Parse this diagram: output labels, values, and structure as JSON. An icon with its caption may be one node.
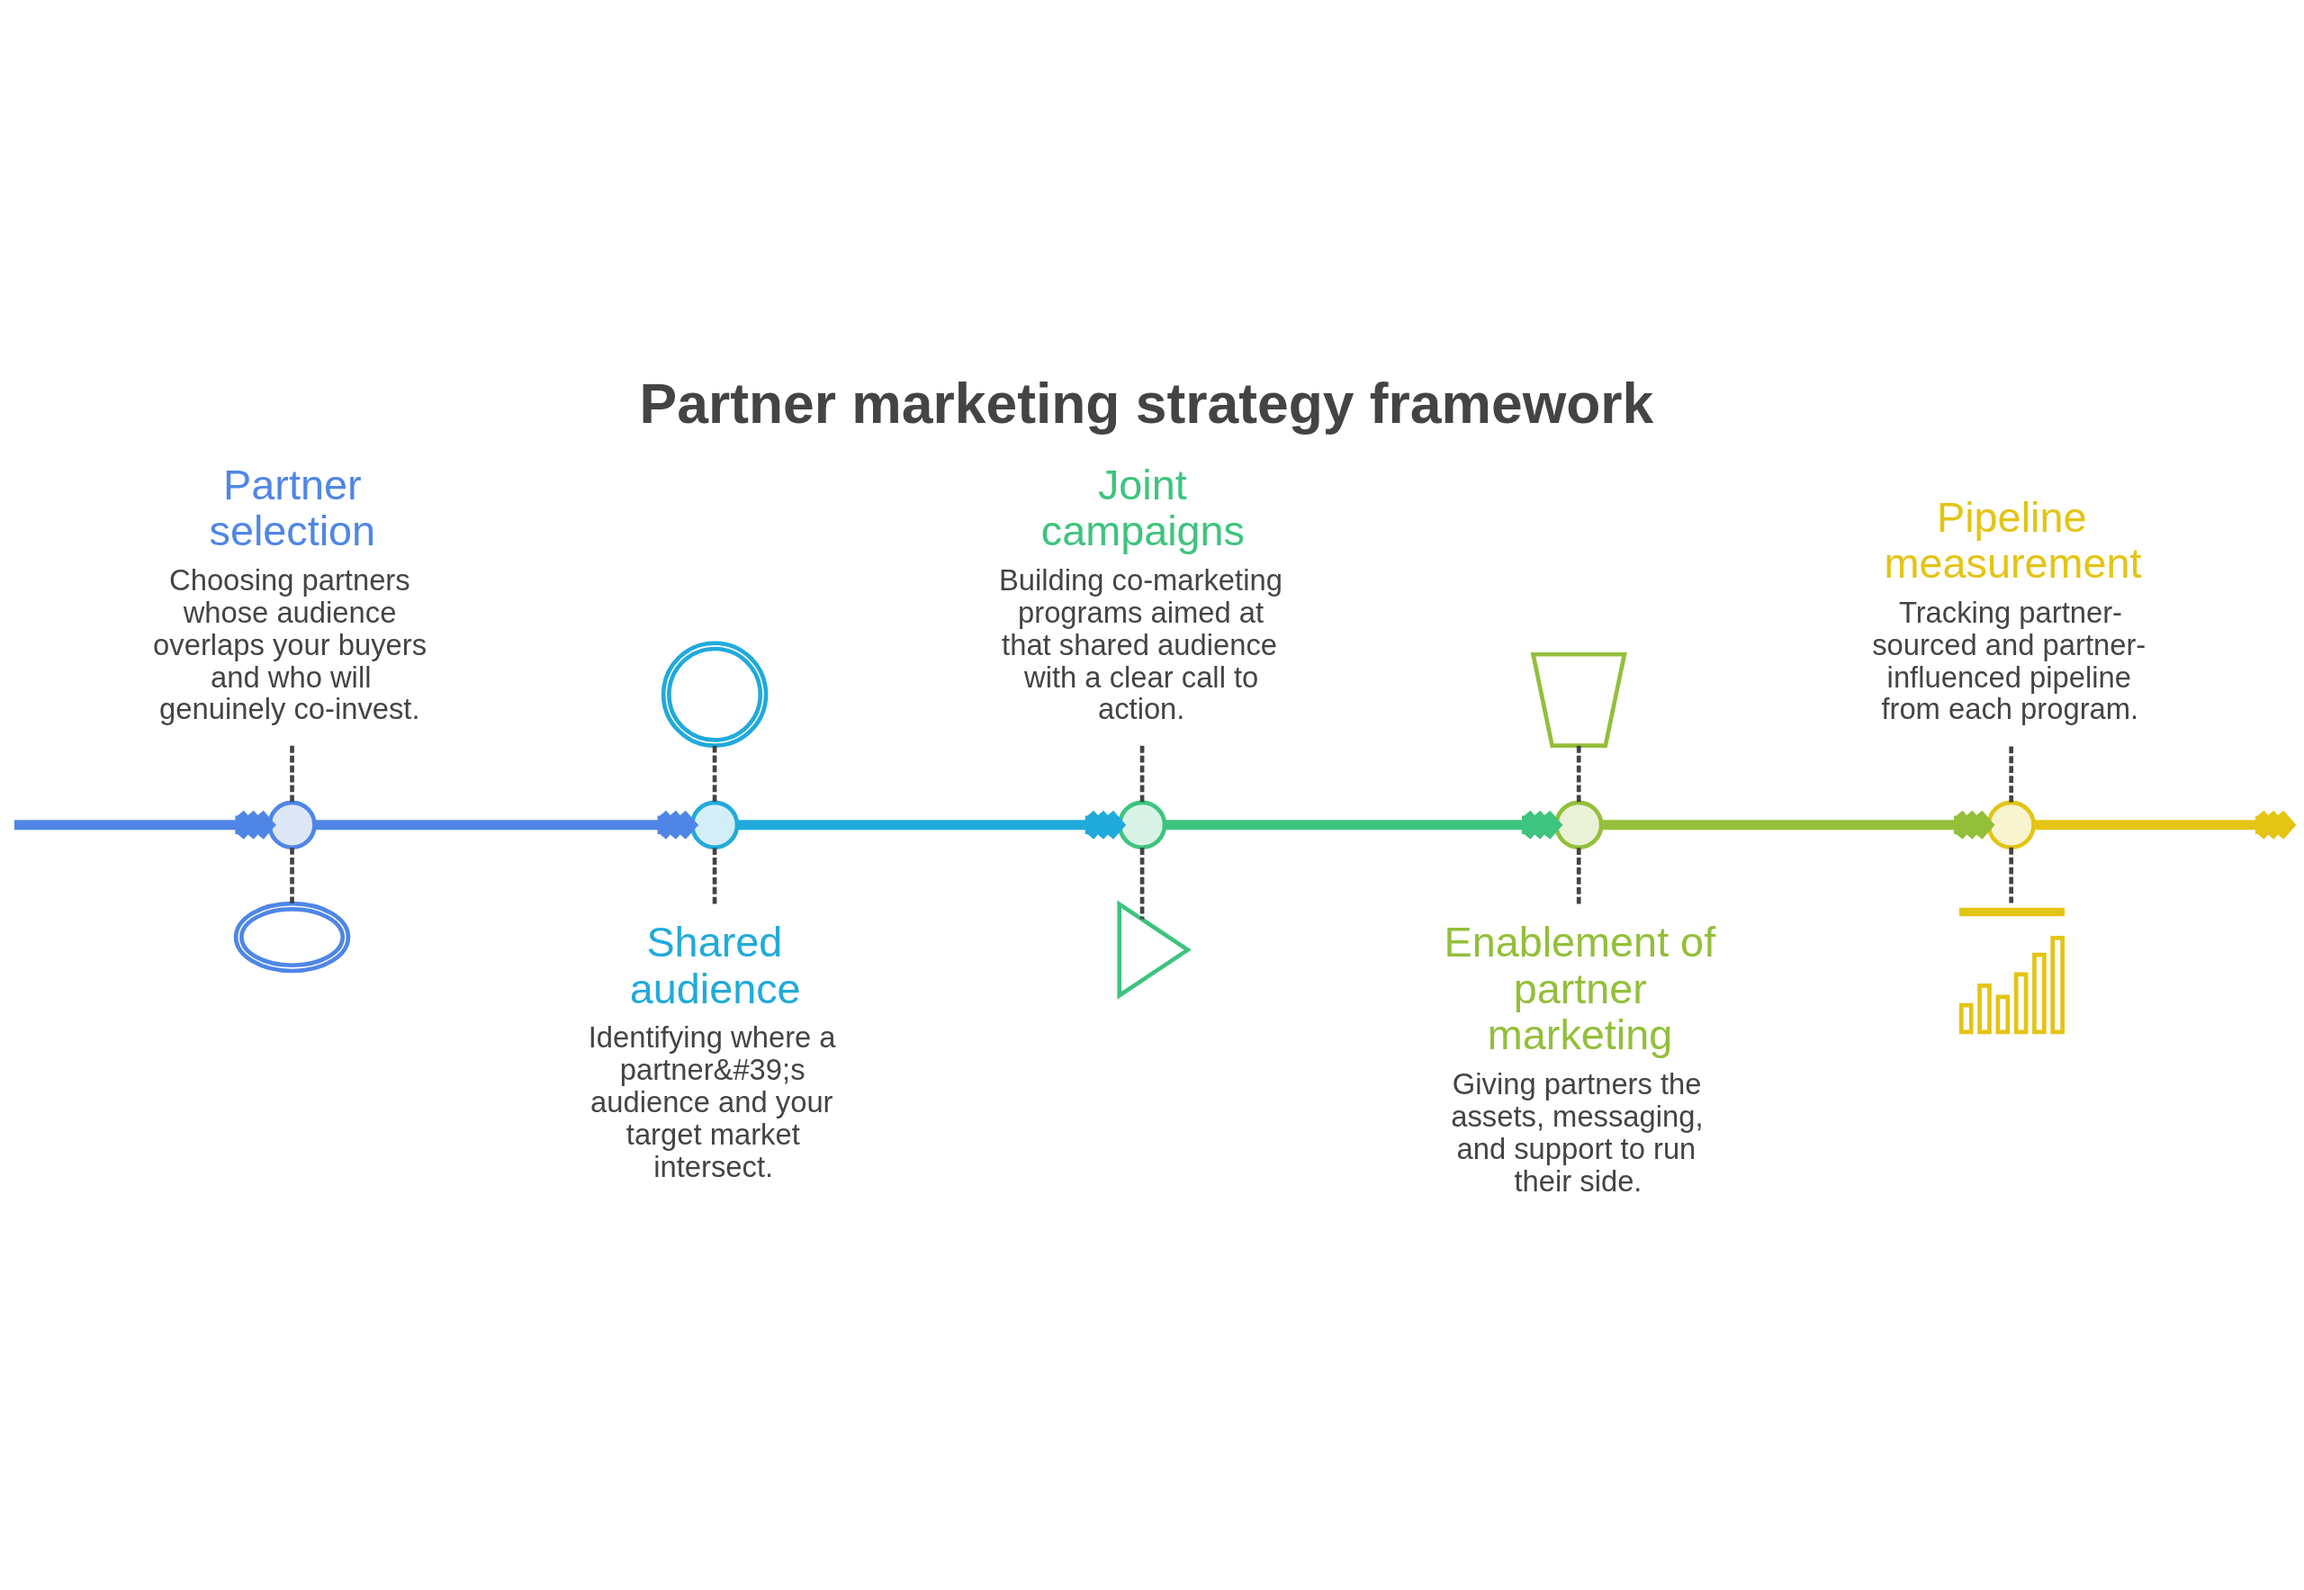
{
  "diagram": {
    "title": "Partner marketing strategy framework",
    "nodes": [
      {
        "text": [
          "Partner selection",
          "Choosing partners whose audience overlaps your buyers and who will genuinely co-invest."
        ]
      },
      {
        "text": [],
        "shape": "circle"
      },
      {
        "text": [],
        "shape": "picture"
      },
      {
        "text": [],
        "shape": "picture"
      },
      {
        "text": [],
        "shape": "circle"
      },
      {
        "text": [
          "Shared audience",
          "Identifying where a partner&#39;s audience and your target market intersect."
        ]
      },
      {
        "text": [
          "Joint campaigns",
          "Building co-marketing programs aimed at that shared audience with a clear call to action."
        ]
      },
      {
        "text": [],
        "shape": "circle"
      },
      {
        "text": [],
        "shape": "picture"
      },
      {
        "text": [],
        "shape": "picture"
      },
      {
        "text": [],
        "shape": "circle"
      },
      {
        "text": [
          "Enablement of partner marketing",
          "Giving partners the assets, messaging, and support to run their side."
        ]
      },
      {
        "text": [
          "Pipeline measurement",
          "Tracking partner-sourced and partner-influenced pipeline from each program."
        ]
      },
      {
        "text": [],
        "shape": "circle"
      },
      {
        "text": [],
        "shape": "picture"
      }
    ],
    "edges": [
      {
        "from": null,
        "to": 1,
        "arrow": "to",
        "style": "thick",
        "color": "#4f86e6"
      },
      {
        "from": 0,
        "to": 1,
        "arrow": "none",
        "style": "dashed"
      },
      {
        "from": 1,
        "to": 2,
        "arrow": "none",
        "style": "dashed"
      },
      {
        "from": 1,
        "to": 4,
        "arrow": "to",
        "style": "thick",
        "color": "#4f86e6"
      },
      {
        "from": 3,
        "to": 4,
        "arrow": "none",
        "style": "dashed"
      },
      {
        "from": 4,
        "to": 5,
        "arrow": "none",
        "style": "dashed"
      },
      {
        "from": 4,
        "to": 7,
        "arrow": "to",
        "style": "thick",
        "color": "#20aadb"
      },
      {
        "from": 6,
        "to": 7,
        "arrow": "none",
        "style": "dashed"
      },
      {
        "from": 7,
        "to": 8,
        "arrow": "none",
        "style": "dashed"
      },
      {
        "from": 7,
        "to": 10,
        "arrow": "to",
        "style": "thick",
        "color": "#3dc47e"
      },
      {
        "from": 9,
        "to": 10,
        "arrow": "none",
        "style": "dashed"
      },
      {
        "from": 10,
        "to": 11,
        "arrow": "none",
        "style": "dashed"
      },
      {
        "from": 10,
        "to": 13,
        "arrow": "to",
        "style": "thick",
        "color": "#93bf3a"
      },
      {
        "from": 12,
        "to": 13,
        "arrow": "none",
        "style": "dashed"
      },
      {
        "from": 13,
        "to": 14,
        "arrow": "none",
        "style": "dashed"
      },
      {
        "from": 13,
        "to": null,
        "arrow": "to",
        "style": "thick",
        "color": "#e4c414"
      }
    ]
  }
}
